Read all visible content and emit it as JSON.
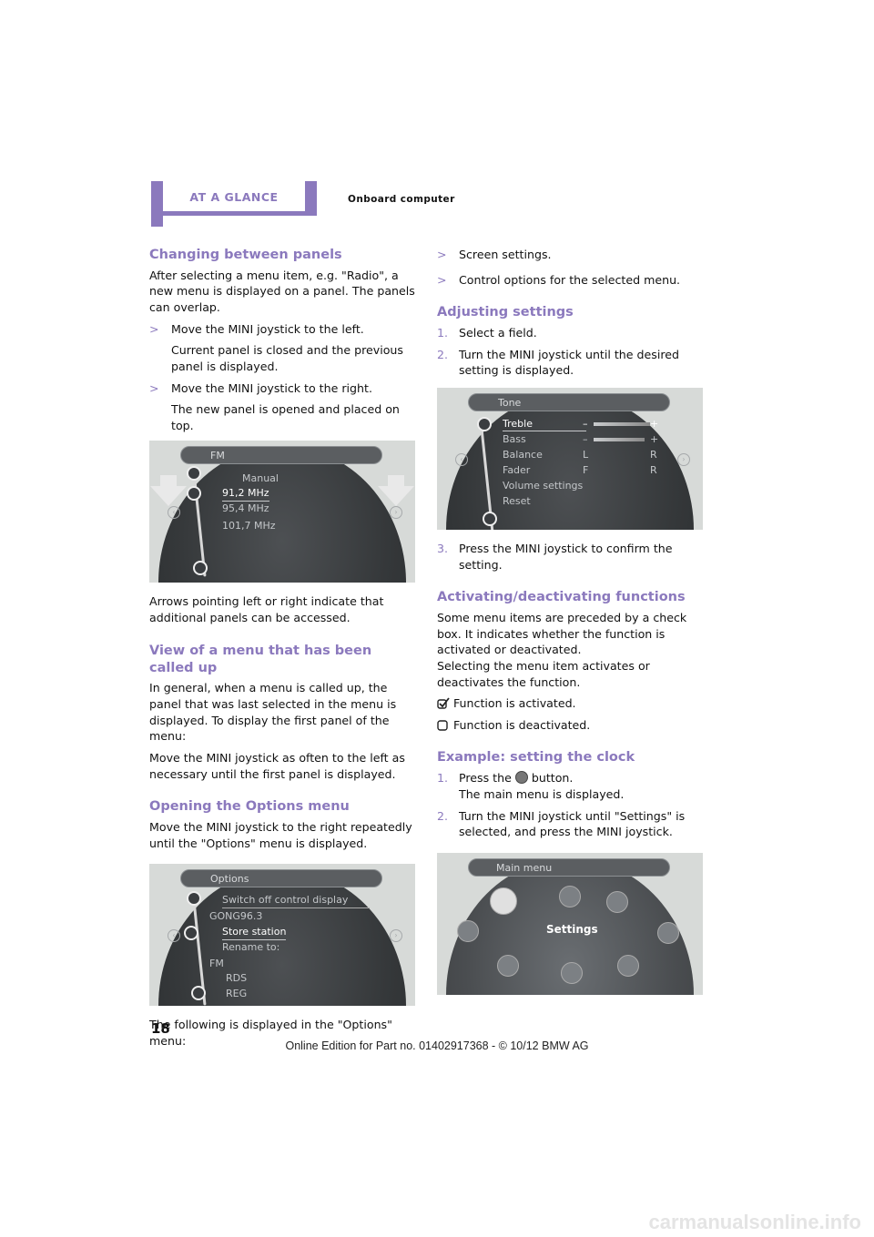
{
  "header": {
    "tab_label": "AT A GLANCE",
    "section": "Onboard computer"
  },
  "left": {
    "h_panels": "Changing between panels",
    "p_panels": "After selecting a menu item, e.g. \"Radio\", a new menu is displayed on a panel. The panels can overlap.",
    "b1": "Move the MINI joystick to the left.",
    "b1_sub": "Current panel is closed and the previous panel is displayed.",
    "b2": "Move the MINI joystick to the right.",
    "b2_sub": "The new panel is opened and placed on top.",
    "screen1": {
      "title": "FM",
      "items": [
        "Manual",
        "91,2 MHz",
        "95,4 MHz",
        "101,7 MHz"
      ]
    },
    "p_arrows": "Arrows pointing left or right indicate that additional panels can be accessed.",
    "h_view": "View of a menu that has been called up",
    "p_view1": "In general, when a menu is called up, the panel that was last selected in the menu is displayed. To display the first panel of the menu:",
    "p_view2": "Move the MINI joystick as often to the left as necessary until the first panel is displayed.",
    "h_options": "Opening the Options menu",
    "p_options": "Move the MINI joystick to the right repeatedly until the \"Options\" menu is displayed.",
    "screen2": {
      "title": "Options",
      "items": [
        "Switch off control display",
        "GONG96.3",
        "Store station",
        "Rename to:",
        "FM",
        "RDS",
        "REG"
      ]
    },
    "p_following": "The following is displayed in the \"Options\" menu:"
  },
  "right": {
    "b_screen": "Screen settings.",
    "b_control": "Control options for the selected menu.",
    "h_adjust": "Adjusting settings",
    "s1": "Select a field.",
    "s2": "Turn the MINI joystick until the desired setting is displayed.",
    "screen3": {
      "title": "Tone",
      "items": [
        "Treble",
        "Bass",
        "Balance",
        "Fader",
        "Volume settings",
        "Reset"
      ],
      "bal": [
        "L",
        "R"
      ],
      "fad": [
        "F",
        "R"
      ]
    },
    "s3": "Press the MINI joystick to confirm the setting.",
    "h_activate": "Activating/deactivating functions",
    "p_activate1": "Some menu items are preceded by a check box. It indicates whether the function is activated or deactivated.",
    "p_activate2": "Selecting the menu item activates or deactivates the function.",
    "c_on": "Function is activated.",
    "c_off": "Function is deactivated.",
    "h_clock": "Example: setting the clock",
    "c1a": "Press the",
    "c1b": "button.",
    "c1c": "The main menu is displayed.",
    "c2": "Turn the MINI joystick until \"Settings\" is selected, and press the MINI joystick.",
    "screen4": {
      "title": "Main menu",
      "label": "Settings"
    },
    "nums": [
      "1.",
      "2.",
      "3."
    ],
    "bullet_mark": ">"
  },
  "page_number": "18",
  "footer": "Online Edition for Part no. 01402917368 - © 10/12 BMW AG",
  "watermark": "carmanualsonline.info",
  "colors": {
    "accent": "#8b79bd"
  }
}
